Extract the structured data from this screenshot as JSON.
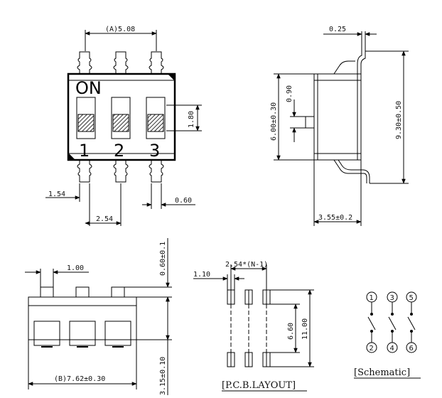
{
  "top_view": {
    "dim_pitch_total": "(A)5.08",
    "on_label": "ON",
    "switch_numbers": [
      "1",
      "2",
      "3"
    ],
    "dim_slider": "1.80",
    "dim_pin_offset": "1.54",
    "dim_pin_width": "0.60",
    "dim_pitch": "2.54"
  },
  "side_view": {
    "dim_lead_thickness": "0.25",
    "dim_body_width": "6.00±0.30",
    "dim_actuator": "0.90",
    "dim_overall_width": "9.30±0.50",
    "dim_height": "3.55±0.2"
  },
  "front_view": {
    "dim_actuator_width": "1.00",
    "dim_actuator_height": "0.60±0.1",
    "dim_length": "(B)7.62±0.30",
    "dim_body_height": "3.15±0.10"
  },
  "pcb_layout": {
    "dim_pad_width": "1.10",
    "dim_pitch": "2.54*(N-1)",
    "dim_inner": "6.60",
    "dim_outer": "11.00",
    "caption": "[P.C.B.LAYOUT]"
  },
  "schematic": {
    "top_pins": [
      "1",
      "3",
      "5"
    ],
    "bottom_pins": [
      "2",
      "4",
      "6"
    ],
    "caption": "[Schematic]"
  }
}
